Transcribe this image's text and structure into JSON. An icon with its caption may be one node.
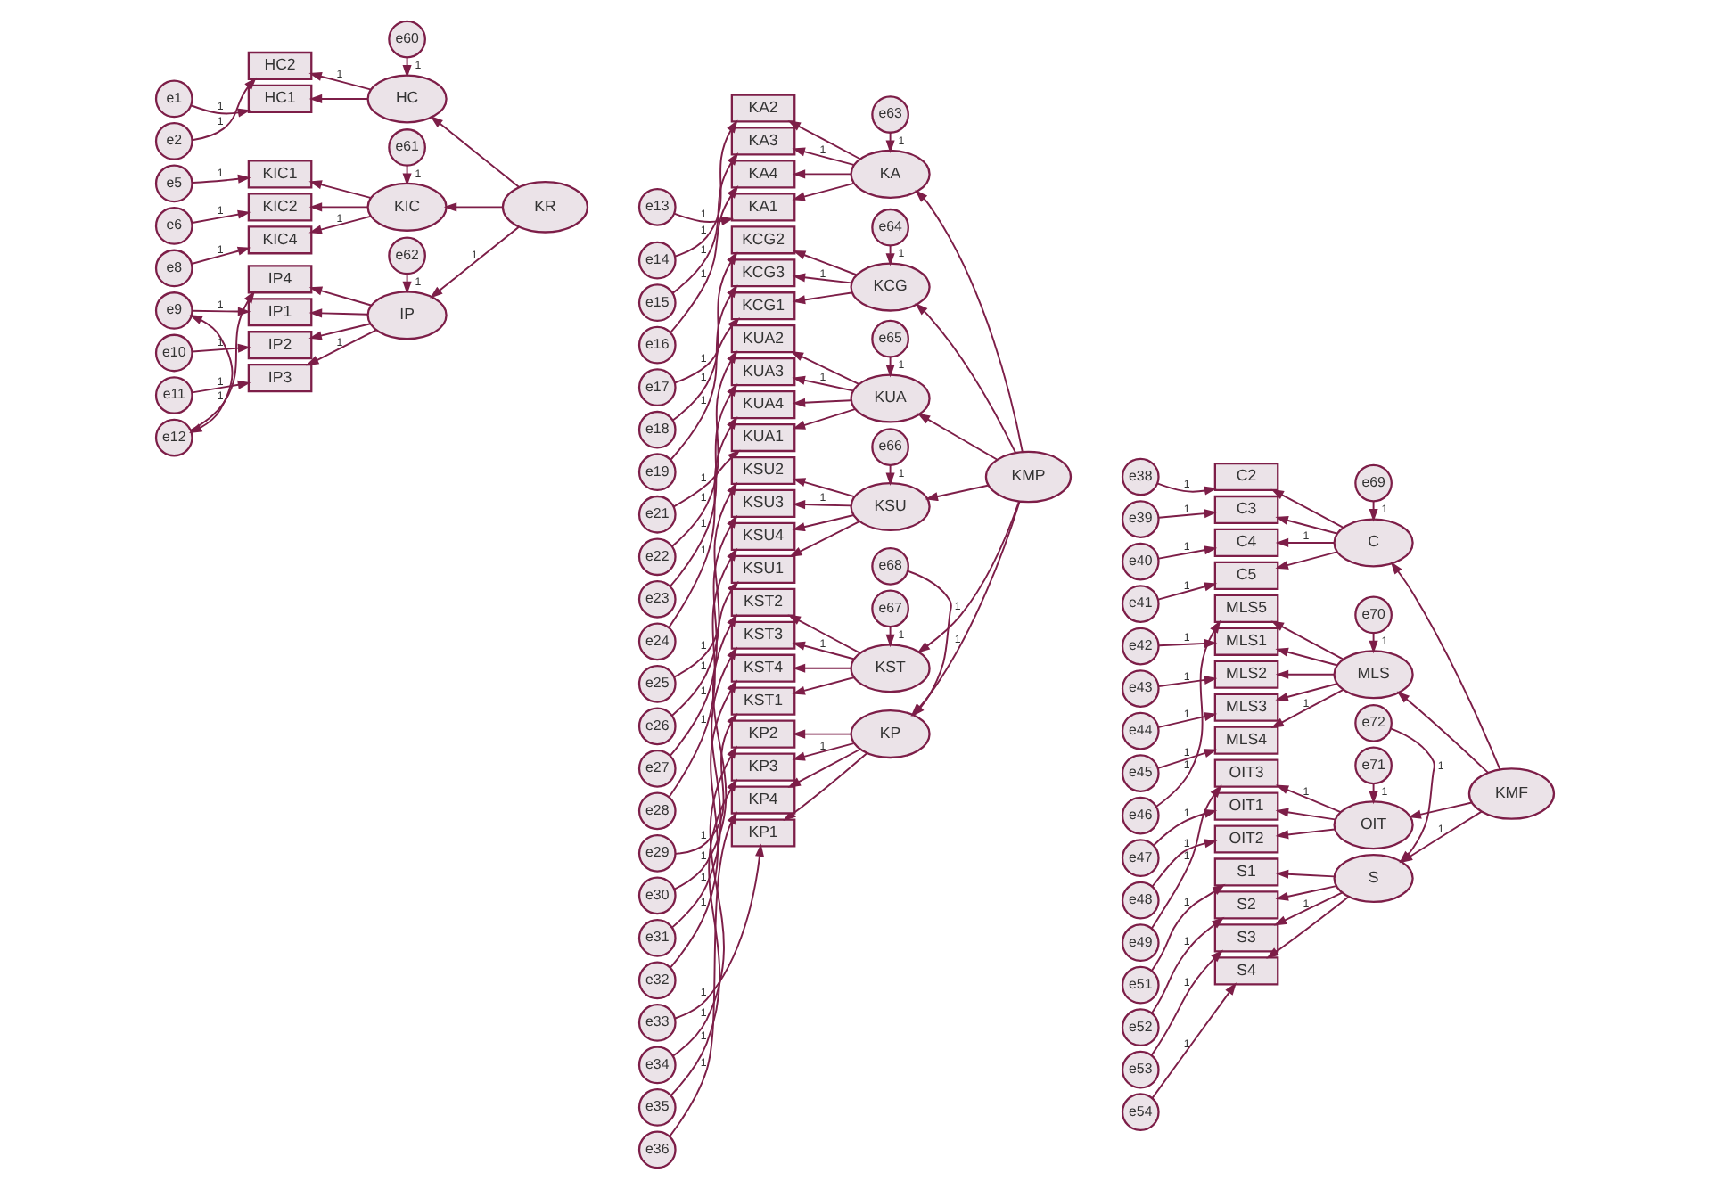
{
  "diagram": {
    "nodes": [
      {
        "text": [
          "e60"
        ]
      },
      {
        "text": [
          "HC"
        ]
      },
      {
        "text": [
          "e1"
        ]
      },
      {
        "text": [
          "HC1"
        ]
      },
      {
        "text": [
          "e2"
        ]
      },
      {
        "text": [
          "HC2"
        ]
      },
      {
        "text": [
          "e61"
        ]
      },
      {
        "text": [
          "KIC"
        ]
      },
      {
        "text": [
          "e5"
        ]
      },
      {
        "text": [
          "KIC1"
        ]
      },
      {
        "text": [
          "e6"
        ]
      },
      {
        "text": [
          "KIC2"
        ]
      },
      {
        "text": [
          "e8"
        ]
      },
      {
        "text": [
          "KIC4"
        ]
      },
      {
        "text": [
          "e62"
        ]
      },
      {
        "text": [
          "IP"
        ]
      },
      {
        "text": [
          "e9"
        ]
      },
      {
        "text": [
          "IP1"
        ]
      },
      {
        "text": [
          "e10"
        ]
      },
      {
        "text": [
          "IP2"
        ]
      },
      {
        "text": [
          "e11"
        ]
      },
      {
        "text": [
          "IP3"
        ]
      },
      {
        "text": [
          "e12"
        ]
      },
      {
        "text": [
          "IP4"
        ]
      },
      {
        "text": [
          "KR"
        ]
      },
      {
        "text": [
          "e63"
        ]
      },
      {
        "text": [
          "KA"
        ]
      },
      {
        "text": [
          "e13"
        ]
      },
      {
        "text": [
          "KA1"
        ]
      },
      {
        "text": [
          "e14"
        ]
      },
      {
        "text": [
          "KA2"
        ]
      },
      {
        "text": [
          "e15"
        ]
      },
      {
        "text": [
          "KA3"
        ]
      },
      {
        "text": [
          "e16"
        ]
      },
      {
        "text": [
          "KA4"
        ]
      },
      {
        "text": [
          "e64"
        ]
      },
      {
        "text": [
          "KCG"
        ]
      },
      {
        "text": [
          "e17"
        ]
      },
      {
        "text": [
          "KCG1"
        ]
      },
      {
        "text": [
          "e18"
        ]
      },
      {
        "text": [
          "KCG2"
        ]
      },
      {
        "text": [
          "e19"
        ]
      },
      {
        "text": [
          "KCG3"
        ]
      },
      {
        "text": [
          "e65"
        ]
      },
      {
        "text": [
          "KUA"
        ]
      },
      {
        "text": [
          "e21"
        ]
      },
      {
        "text": [
          "KUA1"
        ]
      },
      {
        "text": [
          "e22"
        ]
      },
      {
        "text": [
          "KUA2"
        ]
      },
      {
        "text": [
          "e23"
        ]
      },
      {
        "text": [
          "KUA3"
        ]
      },
      {
        "text": [
          "e24"
        ]
      },
      {
        "text": [
          "KUA4"
        ]
      },
      {
        "text": [
          "e66"
        ]
      },
      {
        "text": [
          "KSU"
        ]
      },
      {
        "text": [
          "e25"
        ]
      },
      {
        "text": [
          "KSU1"
        ]
      },
      {
        "text": [
          "e26"
        ]
      },
      {
        "text": [
          "KSU2"
        ]
      },
      {
        "text": [
          "e27"
        ]
      },
      {
        "text": [
          "KSU3"
        ]
      },
      {
        "text": [
          "e28"
        ]
      },
      {
        "text": [
          "KSU4"
        ]
      },
      {
        "text": [
          "e67"
        ]
      },
      {
        "text": [
          "KST"
        ]
      },
      {
        "text": [
          "e29"
        ]
      },
      {
        "text": [
          "KST1"
        ]
      },
      {
        "text": [
          "e30"
        ]
      },
      {
        "text": [
          "KST2"
        ]
      },
      {
        "text": [
          "e31"
        ]
      },
      {
        "text": [
          "KST3"
        ]
      },
      {
        "text": [
          "e32"
        ]
      },
      {
        "text": [
          "KST4"
        ]
      },
      {
        "text": [
          "e68"
        ]
      },
      {
        "text": [
          "KP"
        ]
      },
      {
        "text": [
          "e33"
        ]
      },
      {
        "text": [
          "KP1"
        ]
      },
      {
        "text": [
          "e34"
        ]
      },
      {
        "text": [
          "KP2"
        ]
      },
      {
        "text": [
          "e35"
        ]
      },
      {
        "text": [
          "KP3"
        ]
      },
      {
        "text": [
          "e36"
        ]
      },
      {
        "text": [
          "KP4"
        ]
      },
      {
        "text": [
          "KMP"
        ]
      },
      {
        "text": [
          "e69"
        ]
      },
      {
        "text": [
          "C"
        ]
      },
      {
        "text": [
          "e38"
        ]
      },
      {
        "text": [
          "C2"
        ]
      },
      {
        "text": [
          "e39"
        ]
      },
      {
        "text": [
          "C3"
        ]
      },
      {
        "text": [
          "e40"
        ]
      },
      {
        "text": [
          "C4"
        ]
      },
      {
        "text": [
          "e41"
        ]
      },
      {
        "text": [
          "C5"
        ]
      },
      {
        "text": [
          "e70"
        ]
      },
      {
        "text": [
          "MLS"
        ]
      },
      {
        "text": [
          "e42"
        ]
      },
      {
        "text": [
          "MLS1"
        ]
      },
      {
        "text": [
          "e43"
        ]
      },
      {
        "text": [
          "MLS2"
        ]
      },
      {
        "text": [
          "e44"
        ]
      },
      {
        "text": [
          "MLS3"
        ]
      },
      {
        "text": [
          "e45"
        ]
      },
      {
        "text": [
          "MLS4"
        ]
      },
      {
        "text": [
          "e46"
        ]
      },
      {
        "text": [
          "MLS5"
        ]
      },
      {
        "text": [
          "e71"
        ]
      },
      {
        "text": [
          "OIT"
        ]
      },
      {
        "text": [
          "e47"
        ]
      },
      {
        "text": [
          "OIT1"
        ]
      },
      {
        "text": [
          "e48"
        ]
      },
      {
        "text": [
          "OIT2"
        ]
      },
      {
        "text": [
          "e49"
        ]
      },
      {
        "text": [
          "OIT3"
        ]
      },
      {
        "text": [
          "e72"
        ]
      },
      {
        "text": [
          "S"
        ]
      },
      {
        "text": [
          "e51"
        ]
      },
      {
        "text": [
          "S1"
        ]
      },
      {
        "text": [
          "e52"
        ]
      },
      {
        "text": [
          "S2"
        ]
      },
      {
        "text": [
          "e53"
        ]
      },
      {
        "text": [
          "S3"
        ]
      },
      {
        "text": [
          "e54"
        ]
      },
      {
        "text": [
          "S4"
        ]
      },
      {
        "text": [
          "KMF"
        ]
      }
    ],
    "edges": [
      {
        "from": 0,
        "to": 1,
        "arrow": "to",
        "label": "1"
      },
      {
        "from": 1,
        "to": 3,
        "arrow": "to"
      },
      {
        "from": 1,
        "to": 5,
        "arrow": "to",
        "label": "1"
      },
      {
        "from": 2,
        "to": 3,
        "arrow": "to",
        "label": "1"
      },
      {
        "from": 4,
        "to": 5,
        "arrow": "to",
        "label": "1"
      },
      {
        "from": 6,
        "to": 7,
        "arrow": "to",
        "label": "1"
      },
      {
        "from": 7,
        "to": 9,
        "arrow": "to"
      },
      {
        "from": 7,
        "to": 11,
        "arrow": "to"
      },
      {
        "from": 7,
        "to": 13,
        "arrow": "to",
        "label": "1"
      },
      {
        "from": 8,
        "to": 9,
        "arrow": "to",
        "label": "1"
      },
      {
        "from": 10,
        "to": 11,
        "arrow": "to",
        "label": "1"
      },
      {
        "from": 12,
        "to": 13,
        "arrow": "to",
        "label": "1"
      },
      {
        "from": 14,
        "to": 15,
        "arrow": "to",
        "label": "1"
      },
      {
        "from": 15,
        "to": 17,
        "arrow": "to"
      },
      {
        "from": 15,
        "to": 19,
        "arrow": "to"
      },
      {
        "from": 15,
        "to": 21,
        "arrow": "to",
        "label": "1"
      },
      {
        "from": 15,
        "to": 23,
        "arrow": "to"
      },
      {
        "from": 16,
        "to": 17,
        "arrow": "to",
        "label": "1"
      },
      {
        "from": 18,
        "to": 19,
        "arrow": "to",
        "label": "1"
      },
      {
        "from": 20,
        "to": 21,
        "arrow": "to",
        "label": "1"
      },
      {
        "from": 22,
        "to": 23,
        "arrow": "to",
        "label": "1"
      },
      {
        "from": 16,
        "to": 22,
        "arrow": "both"
      },
      {
        "from": 24,
        "to": 1,
        "arrow": "to"
      },
      {
        "from": 24,
        "to": 7,
        "arrow": "to"
      },
      {
        "from": 24,
        "to": 15,
        "arrow": "to",
        "label": "1"
      },
      {
        "from": 25,
        "to": 26,
        "arrow": "to",
        "label": "1"
      },
      {
        "from": 26,
        "to": 28,
        "arrow": "to"
      },
      {
        "from": 26,
        "to": 30,
        "arrow": "to"
      },
      {
        "from": 26,
        "to": 32,
        "arrow": "to",
        "label": "1"
      },
      {
        "from": 26,
        "to": 34,
        "arrow": "to"
      },
      {
        "from": 27,
        "to": 28,
        "arrow": "to",
        "label": "1"
      },
      {
        "from": 29,
        "to": 30,
        "arrow": "to",
        "label": "1"
      },
      {
        "from": 31,
        "to": 32,
        "arrow": "to",
        "label": "1"
      },
      {
        "from": 33,
        "to": 34,
        "arrow": "to",
        "label": "1"
      },
      {
        "from": 35,
        "to": 36,
        "arrow": "to",
        "label": "1"
      },
      {
        "from": 36,
        "to": 38,
        "arrow": "to"
      },
      {
        "from": 36,
        "to": 40,
        "arrow": "to"
      },
      {
        "from": 36,
        "to": 42,
        "arrow": "to",
        "label": "1"
      },
      {
        "from": 37,
        "to": 38,
        "arrow": "to",
        "label": "1"
      },
      {
        "from": 39,
        "to": 40,
        "arrow": "to",
        "label": "1"
      },
      {
        "from": 41,
        "to": 42,
        "arrow": "to",
        "label": "1"
      },
      {
        "from": 43,
        "to": 44,
        "arrow": "to",
        "label": "1"
      },
      {
        "from": 44,
        "to": 46,
        "arrow": "to"
      },
      {
        "from": 44,
        "to": 48,
        "arrow": "to"
      },
      {
        "from": 44,
        "to": 50,
        "arrow": "to",
        "label": "1"
      },
      {
        "from": 44,
        "to": 52,
        "arrow": "to"
      },
      {
        "from": 45,
        "to": 46,
        "arrow": "to",
        "label": "1"
      },
      {
        "from": 47,
        "to": 48,
        "arrow": "to",
        "label": "1"
      },
      {
        "from": 49,
        "to": 50,
        "arrow": "to",
        "label": "1"
      },
      {
        "from": 51,
        "to": 52,
        "arrow": "to",
        "label": "1"
      },
      {
        "from": 53,
        "to": 54,
        "arrow": "to",
        "label": "1"
      },
      {
        "from": 54,
        "to": 56,
        "arrow": "to"
      },
      {
        "from": 54,
        "to": 58,
        "arrow": "to"
      },
      {
        "from": 54,
        "to": 60,
        "arrow": "to",
        "label": "1"
      },
      {
        "from": 54,
        "to": 62,
        "arrow": "to"
      },
      {
        "from": 55,
        "to": 56,
        "arrow": "to",
        "label": "1"
      },
      {
        "from": 57,
        "to": 58,
        "arrow": "to",
        "label": "1"
      },
      {
        "from": 59,
        "to": 60,
        "arrow": "to",
        "label": "1"
      },
      {
        "from": 61,
        "to": 62,
        "arrow": "to",
        "label": "1"
      },
      {
        "from": 63,
        "to": 64,
        "arrow": "to",
        "label": "1"
      },
      {
        "from": 64,
        "to": 66,
        "arrow": "to"
      },
      {
        "from": 64,
        "to": 68,
        "arrow": "to"
      },
      {
        "from": 64,
        "to": 70,
        "arrow": "to",
        "label": "1"
      },
      {
        "from": 64,
        "to": 72,
        "arrow": "to"
      },
      {
        "from": 65,
        "to": 66,
        "arrow": "to",
        "label": "1"
      },
      {
        "from": 67,
        "to": 68,
        "arrow": "to",
        "label": "1"
      },
      {
        "from": 69,
        "to": 70,
        "arrow": "to",
        "label": "1"
      },
      {
        "from": 71,
        "to": 72,
        "arrow": "to",
        "label": "1"
      },
      {
        "from": 73,
        "to": 74,
        "arrow": "to",
        "label": "1"
      },
      {
        "from": 74,
        "to": 76,
        "arrow": "to"
      },
      {
        "from": 74,
        "to": 78,
        "arrow": "to"
      },
      {
        "from": 74,
        "to": 80,
        "arrow": "to",
        "label": "1"
      },
      {
        "from": 74,
        "to": 82,
        "arrow": "to"
      },
      {
        "from": 75,
        "to": 76,
        "arrow": "to",
        "label": "1"
      },
      {
        "from": 77,
        "to": 78,
        "arrow": "to",
        "label": "1"
      },
      {
        "from": 79,
        "to": 80,
        "arrow": "to",
        "label": "1"
      },
      {
        "from": 81,
        "to": 82,
        "arrow": "to",
        "label": "1"
      },
      {
        "from": 83,
        "to": 26,
        "arrow": "to"
      },
      {
        "from": 83,
        "to": 36,
        "arrow": "to"
      },
      {
        "from": 83,
        "to": 44,
        "arrow": "to"
      },
      {
        "from": 83,
        "to": 54,
        "arrow": "to"
      },
      {
        "from": 83,
        "to": 64,
        "arrow": "to"
      },
      {
        "from": 83,
        "to": 74,
        "arrow": "to",
        "label": "1"
      },
      {
        "from": 84,
        "to": 85,
        "arrow": "to",
        "label": "1"
      },
      {
        "from": 85,
        "to": 87,
        "arrow": "to"
      },
      {
        "from": 85,
        "to": 89,
        "arrow": "to"
      },
      {
        "from": 85,
        "to": 91,
        "arrow": "to",
        "label": "1"
      },
      {
        "from": 85,
        "to": 93,
        "arrow": "to"
      },
      {
        "from": 86,
        "to": 87,
        "arrow": "to",
        "label": "1"
      },
      {
        "from": 88,
        "to": 89,
        "arrow": "to",
        "label": "1"
      },
      {
        "from": 90,
        "to": 91,
        "arrow": "to",
        "label": "1"
      },
      {
        "from": 92,
        "to": 93,
        "arrow": "to",
        "label": "1"
      },
      {
        "from": 94,
        "to": 95,
        "arrow": "to",
        "label": "1"
      },
      {
        "from": 95,
        "to": 97,
        "arrow": "to"
      },
      {
        "from": 95,
        "to": 99,
        "arrow": "to"
      },
      {
        "from": 95,
        "to": 101,
        "arrow": "to"
      },
      {
        "from": 95,
        "to": 103,
        "arrow": "to",
        "label": "1"
      },
      {
        "from": 95,
        "to": 105,
        "arrow": "to"
      },
      {
        "from": 96,
        "to": 97,
        "arrow": "to",
        "label": "1"
      },
      {
        "from": 98,
        "to": 99,
        "arrow": "to",
        "label": "1"
      },
      {
        "from": 100,
        "to": 101,
        "arrow": "to",
        "label": "1"
      },
      {
        "from": 102,
        "to": 103,
        "arrow": "to",
        "label": "1"
      },
      {
        "from": 104,
        "to": 105,
        "arrow": "to",
        "label": "1"
      },
      {
        "from": 106,
        "to": 107,
        "arrow": "to",
        "label": "1"
      },
      {
        "from": 107,
        "to": 109,
        "arrow": "to"
      },
      {
        "from": 107,
        "to": 111,
        "arrow": "to"
      },
      {
        "from": 107,
        "to": 113,
        "arrow": "to",
        "label": "1"
      },
      {
        "from": 108,
        "to": 109,
        "arrow": "to",
        "label": "1"
      },
      {
        "from": 110,
        "to": 111,
        "arrow": "to",
        "label": "1"
      },
      {
        "from": 112,
        "to": 113,
        "arrow": "to",
        "label": "1"
      },
      {
        "from": 114,
        "to": 115,
        "arrow": "to",
        "label": "1"
      },
      {
        "from": 115,
        "to": 117,
        "arrow": "to"
      },
      {
        "from": 115,
        "to": 119,
        "arrow": "to"
      },
      {
        "from": 115,
        "to": 121,
        "arrow": "to",
        "label": "1"
      },
      {
        "from": 115,
        "to": 123,
        "arrow": "to"
      },
      {
        "from": 116,
        "to": 117,
        "arrow": "to",
        "label": "1"
      },
      {
        "from": 118,
        "to": 119,
        "arrow": "to",
        "label": "1"
      },
      {
        "from": 120,
        "to": 121,
        "arrow": "to",
        "label": "1"
      },
      {
        "from": 122,
        "to": 123,
        "arrow": "to",
        "label": "1"
      },
      {
        "from": 124,
        "to": 85,
        "arrow": "to"
      },
      {
        "from": 124,
        "to": 95,
        "arrow": "to"
      },
      {
        "from": 124,
        "to": 107,
        "arrow": "to"
      },
      {
        "from": 124,
        "to": 115,
        "arrow": "to",
        "label": "1"
      }
    ]
  }
}
